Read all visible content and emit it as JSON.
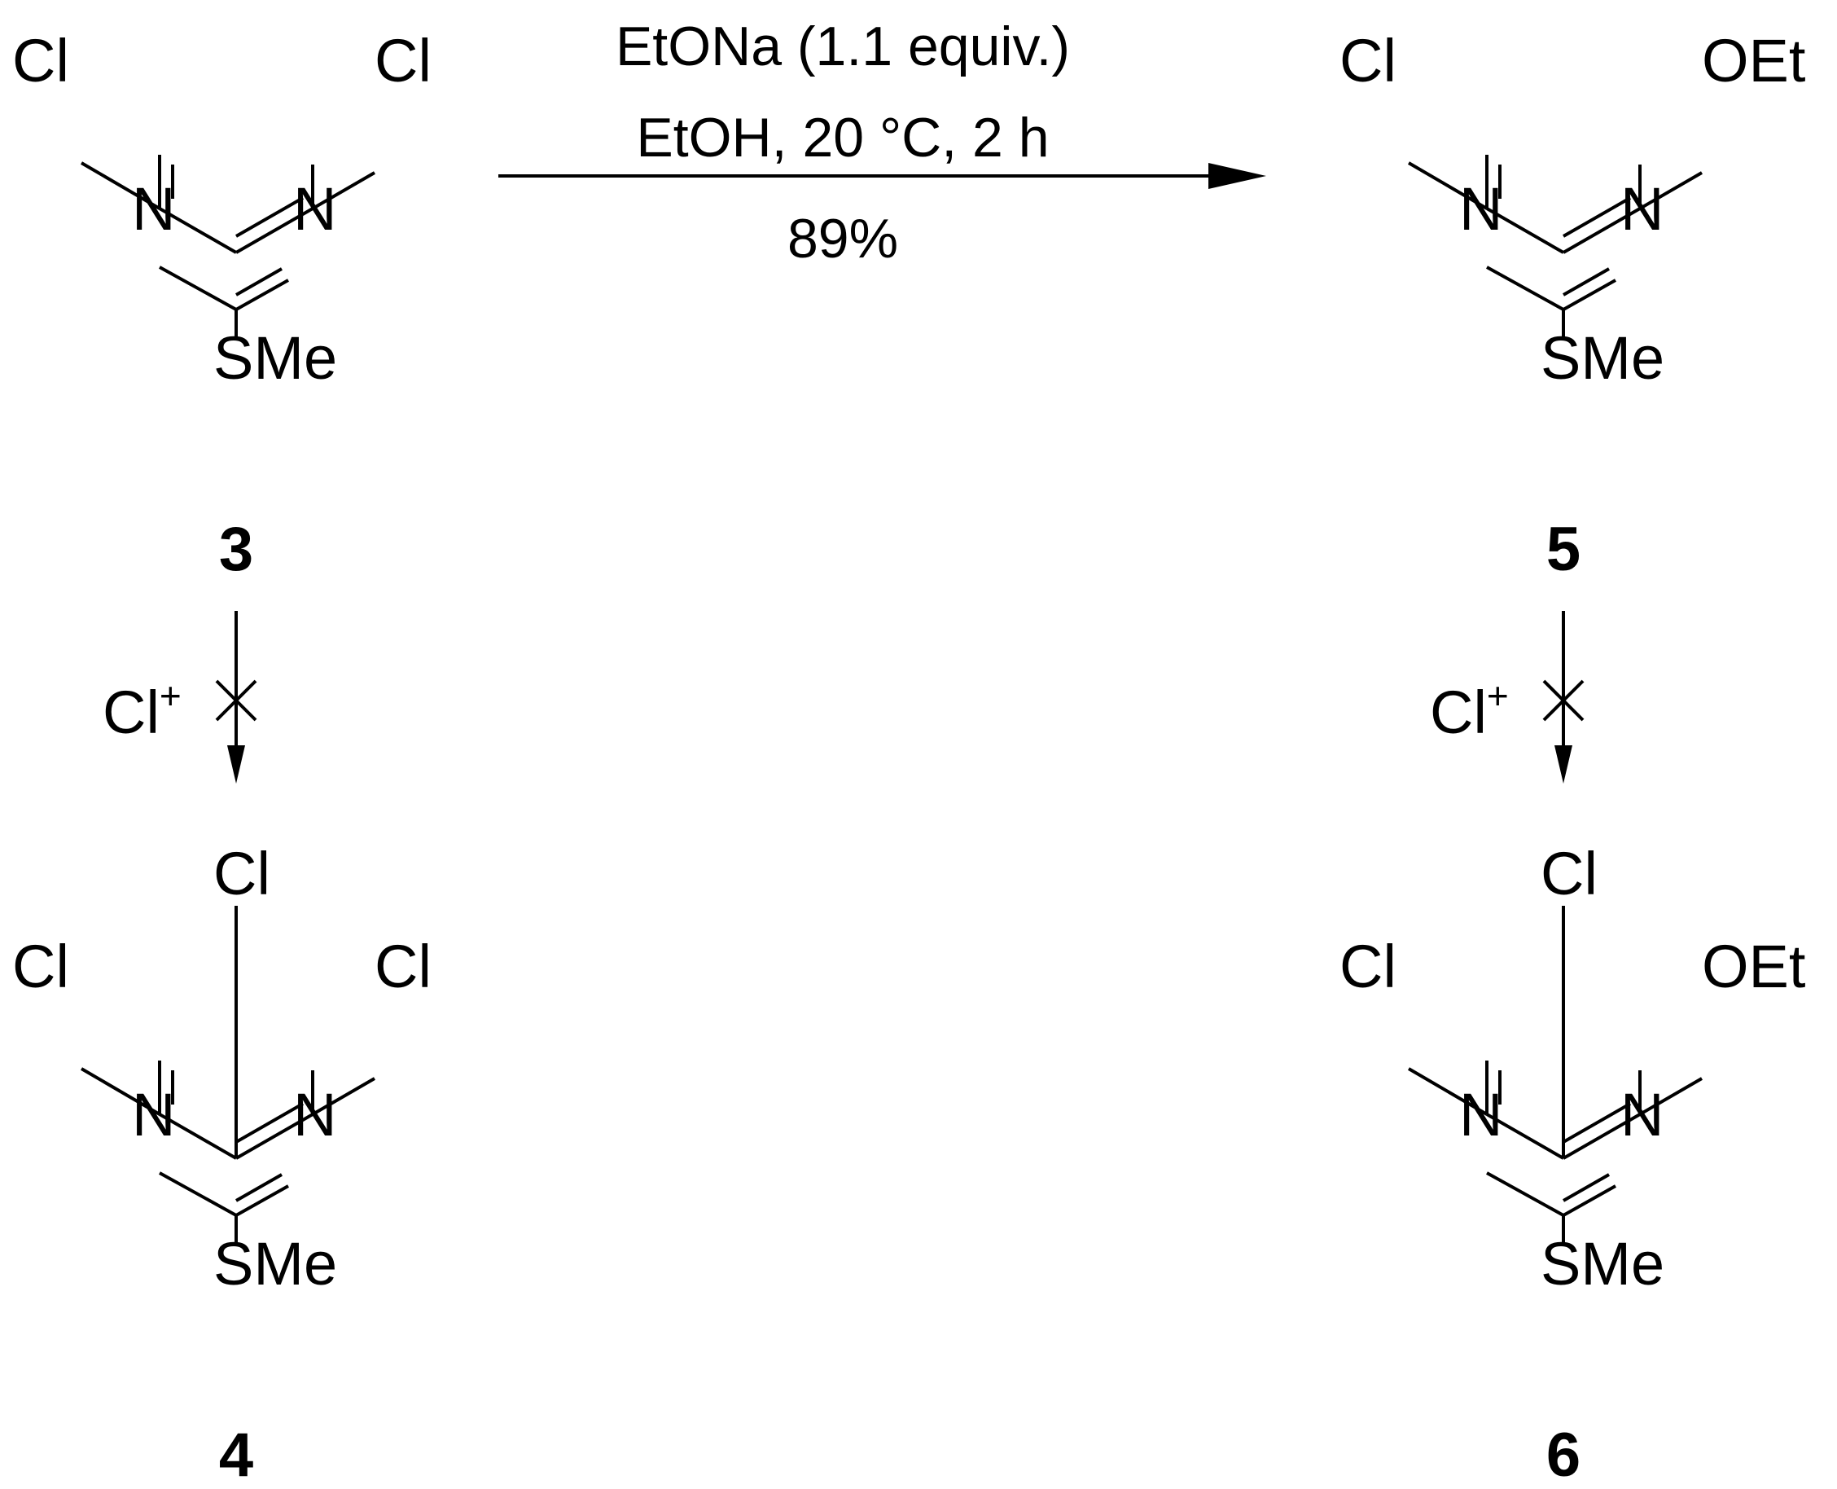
{
  "reaction": {
    "conditions": [
      "EtONa (1.1 equiv.)",
      "EtOH, 20 °C, 2 h"
    ],
    "yield": "89%",
    "blocked_reagent": "Cl",
    "blocked_reagent_charge": "+"
  },
  "compounds": {
    "c3": {
      "number": "3",
      "atoms": {
        "cl_left": "Cl",
        "cl_right": "Cl",
        "n_left": "N",
        "n_right": "N",
        "sme": "SMe"
      }
    },
    "c5": {
      "number": "5",
      "atoms": {
        "cl_left": "Cl",
        "oet": "OEt",
        "n_left": "N",
        "n_right": "N",
        "sme": "SMe"
      }
    },
    "c4": {
      "number": "4",
      "atoms": {
        "cl_top": "Cl",
        "cl_left": "Cl",
        "cl_right": "Cl",
        "n_left": "N",
        "n_right": "N",
        "sme": "SMe"
      }
    },
    "c6": {
      "number": "6",
      "atoms": {
        "cl_top": "Cl",
        "cl_left": "Cl",
        "oet": "OEt",
        "n_left": "N",
        "n_right": "N",
        "sme": "SMe"
      }
    }
  }
}
